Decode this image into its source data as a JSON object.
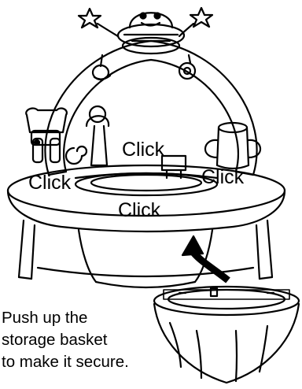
{
  "labels": {
    "click_center_top": "Click",
    "click_left": "Click",
    "click_right": "Click",
    "click_front": "Click"
  },
  "caption": {
    "line1": "Push up the",
    "line2": "storage basket",
    "line3": "to make it secure."
  },
  "colors": {
    "line": "#000000",
    "background": "#ffffff"
  }
}
